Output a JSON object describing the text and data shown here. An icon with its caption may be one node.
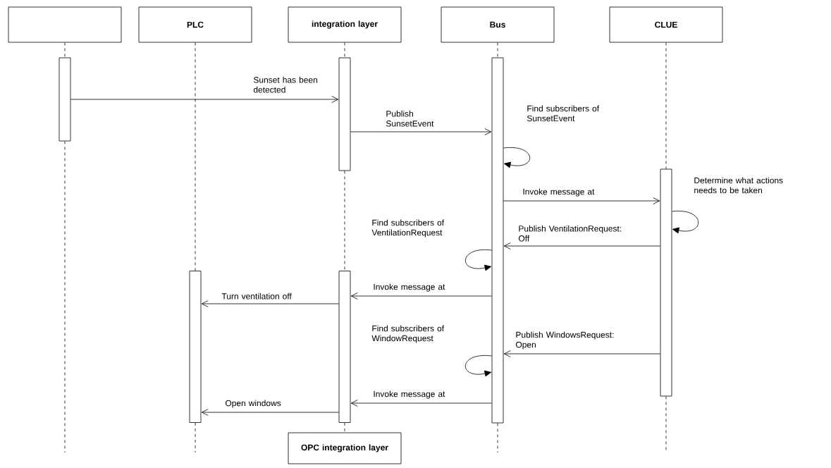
{
  "diagram": {
    "nodes": [
      {
        "text": [],
        "shape": "box"
      },
      {
        "text": [
          "PLC"
        ]
      },
      {
        "text": [
          "integration layer"
        ]
      },
      {
        "text": [
          "Bus"
        ]
      },
      {
        "text": [
          "CLUE"
        ]
      },
      {
        "text": [
          "OPC integration layer"
        ]
      },
      {
        "text": [],
        "shape": "bar"
      },
      {
        "text": [],
        "shape": "bar"
      },
      {
        "text": [],
        "shape": "bar"
      },
      {
        "text": [],
        "shape": "bar"
      },
      {
        "text": [],
        "shape": "bar"
      },
      {
        "text": [],
        "shape": "bar"
      }
    ],
    "edges": [
      {
        "from": 6,
        "to": 7,
        "arrow": "to",
        "label": "Sunset has been detected"
      },
      {
        "from": 7,
        "to": 8,
        "arrow": "to",
        "label": "Publish SunsetEvent"
      },
      {
        "from": 8,
        "to": 8,
        "arrow": "to",
        "label": "Find subscribers of SunsetEvent"
      },
      {
        "from": 8,
        "to": 9,
        "arrow": "to",
        "label": "Invoke message at"
      },
      {
        "from": 9,
        "to": 9,
        "arrow": "to",
        "label": "Determine what actions needs to be taken"
      },
      {
        "from": 9,
        "to": 8,
        "arrow": "to",
        "label": "Publish VentilationRequest: Off"
      },
      {
        "from": 8,
        "to": 8,
        "arrow": "to",
        "label": "Find subscribers of VentilationRequest"
      },
      {
        "from": 8,
        "to": 11,
        "arrow": "to",
        "label": "Invoke message at"
      },
      {
        "from": 11,
        "to": 10,
        "arrow": "to",
        "label": "Turn ventilation off"
      },
      {
        "from": 9,
        "to": 8,
        "arrow": "to",
        "label": "Publish WindowsRequest: Open"
      },
      {
        "from": 8,
        "to": 8,
        "arrow": "to",
        "label": "Find subscribers of WindowRequest"
      },
      {
        "from": 8,
        "to": 11,
        "arrow": "to",
        "label": "Invoke message at"
      },
      {
        "from": 11,
        "to": 10,
        "arrow": "to",
        "label": "Open windows"
      },
      {
        "from": 0,
        "to": 6,
        "arrow": "none",
        "style": "dashed"
      },
      {
        "from": 6,
        "to": null,
        "arrow": "none",
        "style": "dashed"
      },
      {
        "from": 1,
        "to": 10,
        "arrow": "none",
        "style": "dashed"
      },
      {
        "from": 10,
        "to": null,
        "arrow": "none",
        "style": "dashed"
      },
      {
        "from": 2,
        "to": 7,
        "arrow": "none",
        "style": "dashed"
      },
      {
        "from": 7,
        "to": 11,
        "arrow": "none",
        "style": "dashed"
      },
      {
        "from": 11,
        "to": 5,
        "arrow": "none",
        "style": "dashed"
      },
      {
        "from": 3,
        "to": 8,
        "arrow": "none",
        "style": "dashed"
      },
      {
        "from": 8,
        "to": null,
        "arrow": "none",
        "style": "dashed"
      },
      {
        "from": 4,
        "to": 9,
        "arrow": "none",
        "style": "dashed"
      },
      {
        "from": 9,
        "to": null,
        "arrow": "none",
        "style": "dashed"
      }
    ]
  }
}
